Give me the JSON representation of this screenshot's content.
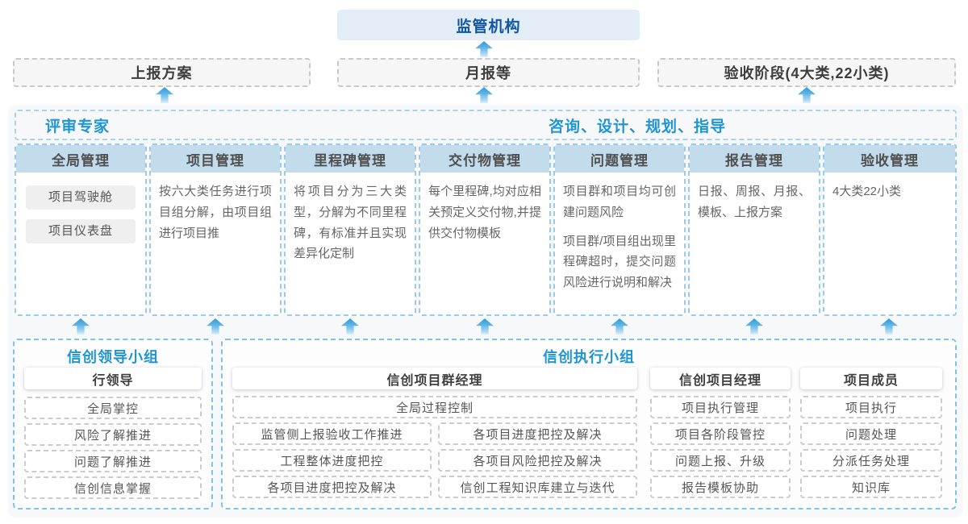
{
  "palette": {
    "accent_blue": "#2095d5",
    "deep_blue": "#0f56a4",
    "column_header_fill": "#c3dcec",
    "arrow_blue": "#2d9bd8",
    "panel_bg": "#f7f8f9"
  },
  "top": {
    "regulator": "监管机构",
    "outputs": [
      {
        "label": "上报方案"
      },
      {
        "label": "月报等"
      },
      {
        "label": "验收阶段(4大类,22小类)"
      }
    ]
  },
  "main": {
    "left_title": "评审专家",
    "right_title": "咨询、设计、规划、指导",
    "columns": [
      {
        "title": "全局管理",
        "pills": [
          "项目驾驶舱",
          "项目仪表盘"
        ]
      },
      {
        "title": "项目管理",
        "paragraphs": [
          "按六大类任务进行项目组分解，由项目组进行项目推"
        ]
      },
      {
        "title": "里程碑管理",
        "paragraphs": [
          "将项目分为三大类型，分解为不同里程碑，有标准并且实现差异化定制"
        ]
      },
      {
        "title": "交付物管理",
        "paragraphs": [
          "每个里程碑,均对应相关预定义交付物,并提供交付物模板"
        ]
      },
      {
        "title": "问题管理",
        "paragraphs": [
          "项目群和项目均可创建问题风险",
          "项目群/项目组出现里程碑超时，提交问题风险进行说明和解决"
        ]
      },
      {
        "title": "报告管理",
        "paragraphs": [
          "日报、周报、月报、模板、上报方案"
        ]
      },
      {
        "title": "验收管理",
        "paragraphs": [
          "4大类22小类"
        ]
      }
    ]
  },
  "bottom": {
    "leader_group": {
      "title": "信创领导小组",
      "role": "行领导",
      "items": [
        "全局掌控",
        "风险了解推进",
        "问题了解推进",
        "信创信息掌握"
      ]
    },
    "exec_group": {
      "title": "信创执行小组",
      "program_manager": {
        "role": "信创项目群经理",
        "full_item": "全局过程控制",
        "left_items": [
          "监管侧上报验收工作推进",
          "工程整体进度把控",
          "各项目进度把控及解决"
        ],
        "right_items": [
          "各项目进度把控及解决",
          "各项目风险把控及解决",
          "信创工程知识库建立与迭代"
        ]
      },
      "project_manager": {
        "role": "信创项目经理",
        "items": [
          "项目执行管理",
          "项目各阶段管控",
          "问题上报、升级",
          "报告模板协助"
        ]
      },
      "member": {
        "role": "项目成员",
        "items": [
          "项目执行",
          "问题处理",
          "分派任务处理",
          "知识库"
        ]
      }
    }
  }
}
